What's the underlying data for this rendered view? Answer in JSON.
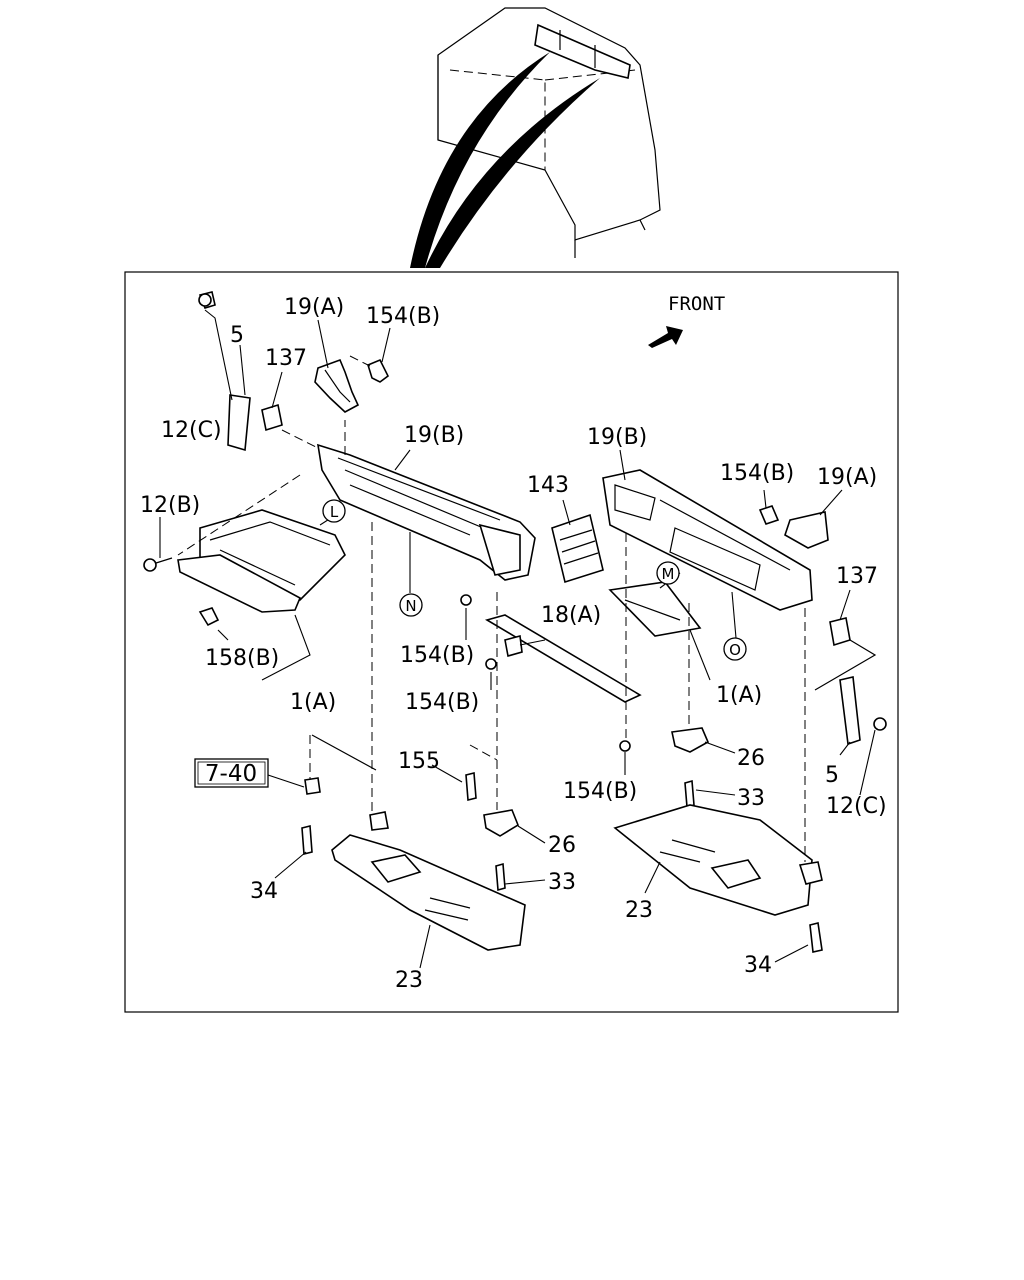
{
  "front_label": "FRONT",
  "reference_box": "7-40",
  "circle_marks": {
    "L": "L",
    "M": "M",
    "N": "N",
    "O": "O"
  },
  "labels": {
    "p19a_left": "19(A)",
    "p154b_top_left": "154(B)",
    "p5_left": "5",
    "p137_left": "137",
    "p12c_left": "12(C)",
    "p19b_left": "19(B)",
    "p12b": "12(B)",
    "p158b": "158(B)",
    "p1a_left": "1(A)",
    "p154b_mid_left": "154(B)",
    "p154b_low_left": "154(B)",
    "p143": "143",
    "p18a": "18(A)",
    "p19b_right": "19(B)",
    "p154b_top_right": "154(B)",
    "p19a_right": "19(A)",
    "p137_right": "137",
    "p1a_right": "1(A)",
    "p26_right": "26",
    "p155": "155",
    "p154b_low_right": "154(B)",
    "p33_right": "33",
    "p5_right": "5",
    "p12c_right": "12(C)",
    "p26_center": "26",
    "p33_center": "33",
    "p34_left": "34",
    "p23_right": "23",
    "p23_left": "23",
    "p34_right": "34"
  }
}
